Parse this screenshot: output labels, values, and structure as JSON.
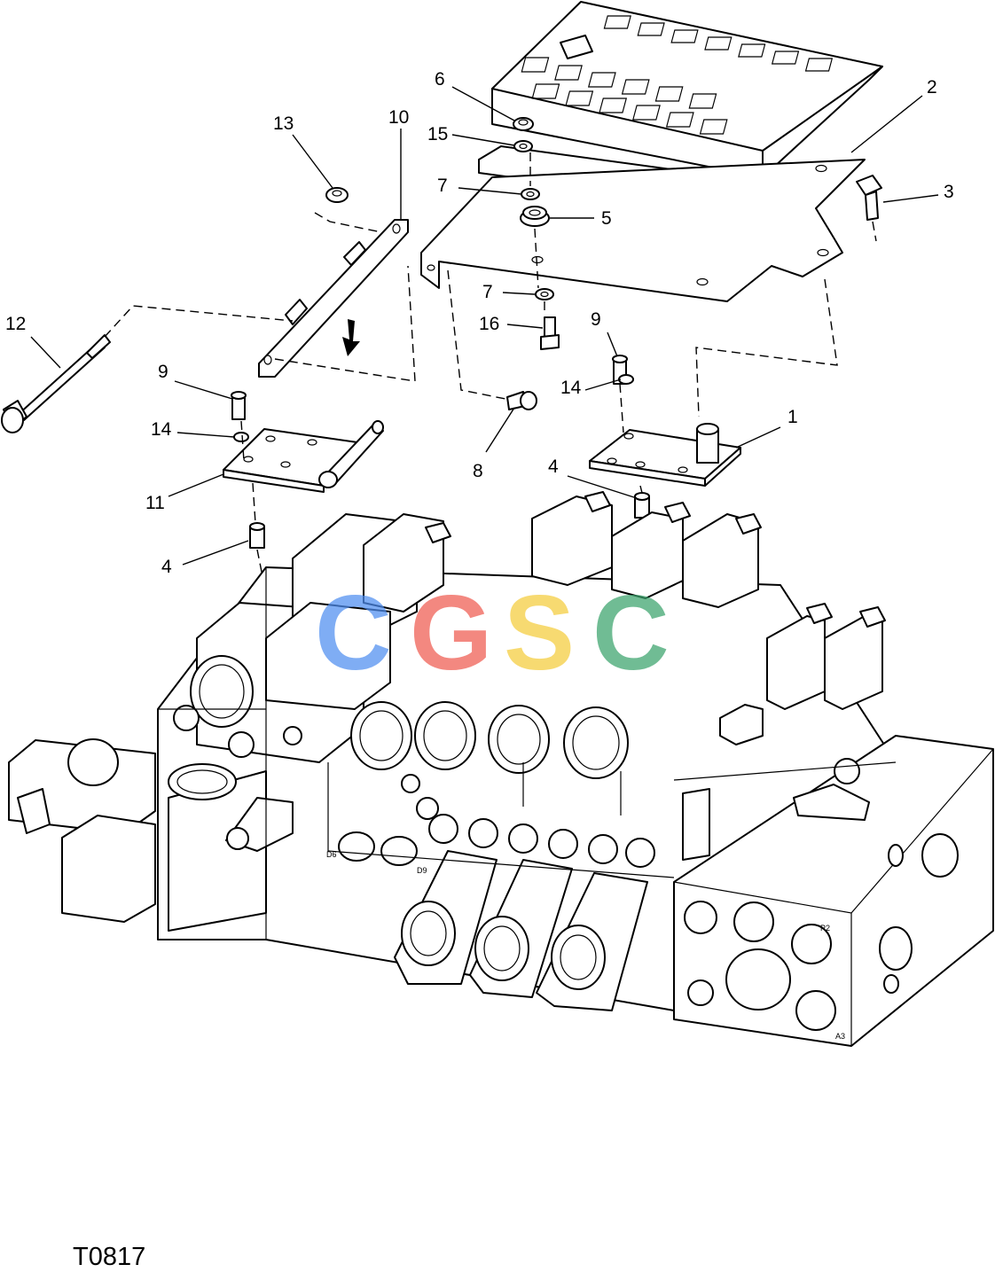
{
  "figure_id": "T0817",
  "watermark": {
    "letters": [
      "C",
      "G",
      "S",
      "C"
    ],
    "colors": [
      "#4f8ef0",
      "#ef5b50",
      "#f5cc3b",
      "#3aa36b"
    ]
  },
  "callouts": [
    {
      "id": "c1",
      "label": "1"
    },
    {
      "id": "c2",
      "label": "2"
    },
    {
      "id": "c3",
      "label": "3"
    },
    {
      "id": "c4a",
      "label": "4"
    },
    {
      "id": "c4b",
      "label": "4"
    },
    {
      "id": "c5",
      "label": "5"
    },
    {
      "id": "c6",
      "label": "6"
    },
    {
      "id": "c7a",
      "label": "7"
    },
    {
      "id": "c7b",
      "label": "7"
    },
    {
      "id": "c8",
      "label": "8"
    },
    {
      "id": "c9a",
      "label": "9"
    },
    {
      "id": "c9b",
      "label": "9"
    },
    {
      "id": "c10",
      "label": "10"
    },
    {
      "id": "c11",
      "label": "11"
    },
    {
      "id": "c12",
      "label": "12"
    },
    {
      "id": "c13",
      "label": "13"
    },
    {
      "id": "c14a",
      "label": "14"
    },
    {
      "id": "c14b",
      "label": "14"
    },
    {
      "id": "c15",
      "label": "15"
    },
    {
      "id": "c16",
      "label": "16"
    }
  ],
  "port_labels": [
    "D6",
    "D9",
    "P2",
    "A3"
  ]
}
